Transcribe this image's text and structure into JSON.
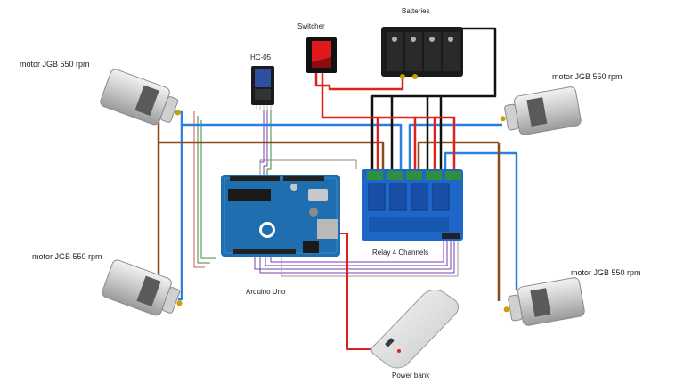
{
  "labels": {
    "motor_top_left": "motor JGB 550 rpm",
    "motor_bottom_left": "motor JGB 550 rpm",
    "motor_top_right": "motor JGB 550 rpm",
    "motor_bottom_right": "motor JGB 550 rpm",
    "hc05": "HC-05",
    "switcher": "Switcher",
    "batteries": "Batteries",
    "arduino": "Arduino Uno",
    "relay": "Relay 4 Channels",
    "power_bank": "Power bank"
  },
  "colors": {
    "wire_red": "#e0201c",
    "wire_black": "#111111",
    "wire_blue": "#2a7fe0",
    "wire_brown": "#8b4a1c",
    "wire_purple": "#7a3fb0",
    "wire_green": "#3c8a3c",
    "arduino_board": "#1f6fb0",
    "relay_board": "#1e66c8"
  }
}
